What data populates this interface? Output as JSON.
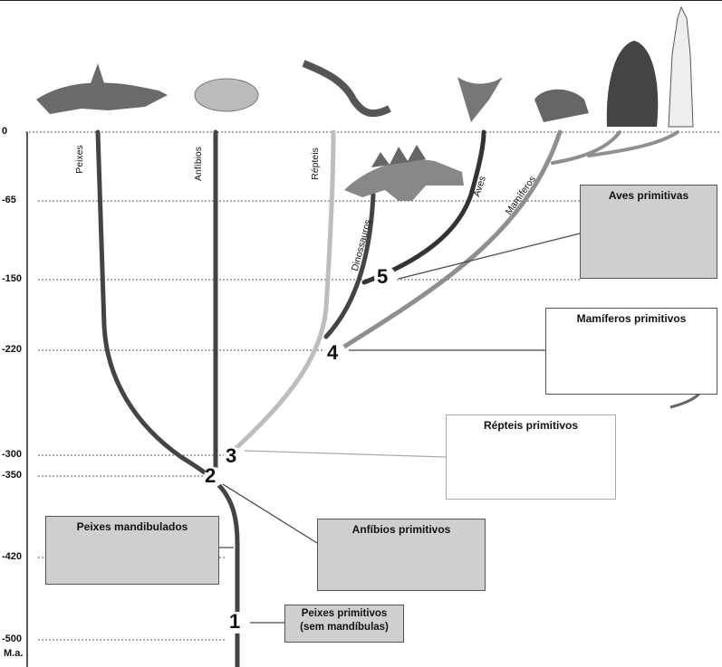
{
  "axis": {
    "ticks": [
      {
        "label": "0",
        "value": 0
      },
      {
        "label": "-65",
        "value": -65
      },
      {
        "label": "-150",
        "value": -150
      },
      {
        "label": "-220",
        "value": -220
      },
      {
        "label": "-300",
        "value": -300
      },
      {
        "label": "-350",
        "value": -350
      },
      {
        "label": "-420",
        "value": -420
      },
      {
        "label": "-500",
        "value": -500
      }
    ],
    "unit": "M.a."
  },
  "lineages": {
    "peixes": "Peixes",
    "anfibios": "Anfíbios",
    "repteis": "Répteis",
    "dinossauros": "Dinossauros",
    "aves": "Aves",
    "mamiferos": "Mamíferos"
  },
  "boxes": {
    "aves_primitivas": "Aves primitivas",
    "mamiferos_primitivos": "Mamíferos primitivos",
    "repteis_primitivos": "Répteis primitivos",
    "peixes_mandibulados": "Peixes mandibulados",
    "anfibios_primitivos": "Anfíbios primitivos",
    "peixes_primitivos_line1": "Peixes primitivos",
    "peixes_primitivos_line2": "(sem mandíbulas)"
  },
  "nodes": [
    "1",
    "2",
    "3",
    "4",
    "5"
  ],
  "colors": {
    "dark_branch": "#444444",
    "reptile_branch": "#bdbdbd",
    "mammal_branch": "#8f8f8f",
    "box_fill": "#cfcfcf"
  }
}
